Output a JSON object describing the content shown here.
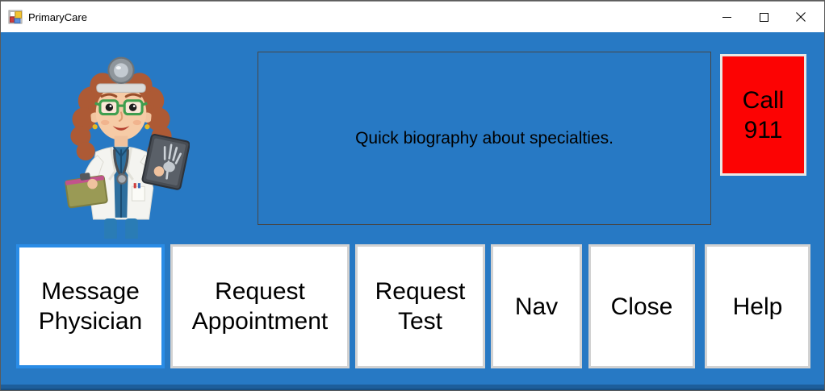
{
  "window": {
    "title": "PrimaryCare",
    "icons": [
      "app-icon",
      "minimize-icon",
      "maximize-icon",
      "close-icon"
    ]
  },
  "colors": {
    "background_blue": "#2779c4",
    "emergency_red": "#fc0303",
    "focus_border_blue": "#2a8ce6",
    "button_border_gray": "#d2d2d2",
    "bio_border_gray": "#474747",
    "bottom_strip_blue": "#1d5e9b"
  },
  "bio": {
    "text": "Quick biography about specialties."
  },
  "emergency_button": {
    "label": "Call 911"
  },
  "action_buttons": [
    {
      "label": "Message Physician",
      "focused": true
    },
    {
      "label": "Request Appointment",
      "focused": false
    },
    {
      "label": "Request Test",
      "focused": false
    },
    {
      "label": "Nav",
      "focused": false
    },
    {
      "label": "Close",
      "focused": false
    },
    {
      "label": "Help",
      "focused": false
    }
  ],
  "doctor_image": {
    "description": "cartoon female doctor holding x-ray and folder"
  }
}
